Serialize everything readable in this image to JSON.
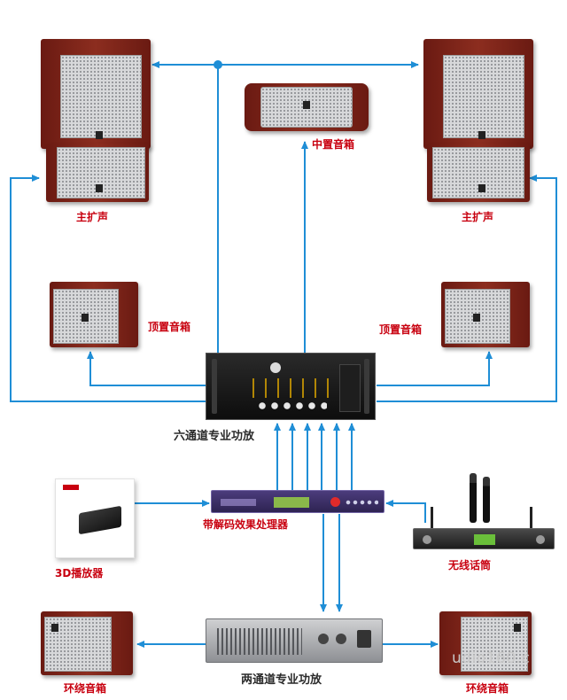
{
  "labels": {
    "main_speaker_left": "主扩声",
    "main_speaker_right": "主扩声",
    "center_speaker": "中置音箱",
    "ceiling_speaker_left": "顶置音箱",
    "ceiling_speaker_right": "顶置音箱",
    "six_channel_amp": "六通道专业功放",
    "decoder_processor": "带解码效果处理器",
    "player_3d": "3D播放器",
    "wireless_mic": "无线话筒",
    "two_channel_amp": "两通道专业功放",
    "surround_speaker_left": "环绕音箱",
    "surround_speaker_right": "环绕音箱"
  },
  "watermark": "udio160.c",
  "colors": {
    "arrow": "#1f8ed6",
    "label_red": "#c8000f",
    "cabinet_wood": "#8c2d1f",
    "grille": "#d7d8da"
  }
}
